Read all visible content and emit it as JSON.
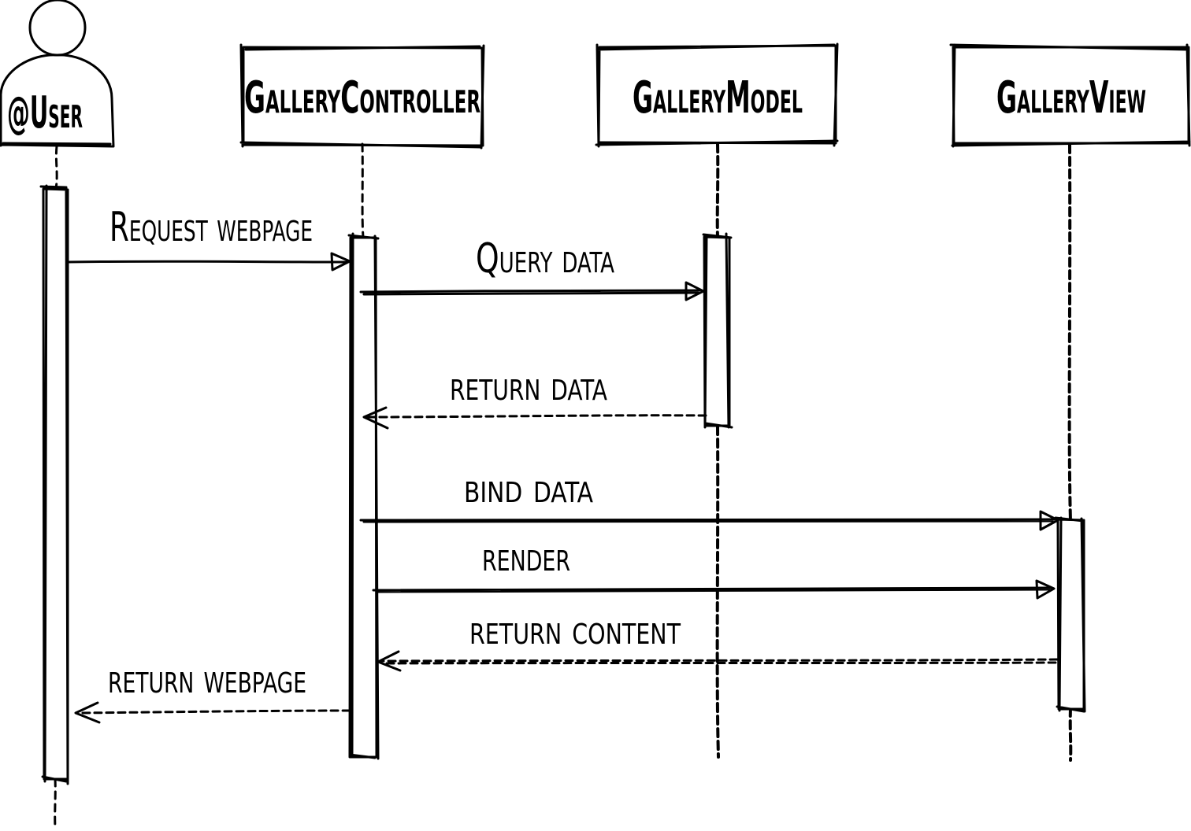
{
  "participants": [
    {
      "id": "user",
      "name": "@User",
      "kind": "actor"
    },
    {
      "id": "controller",
      "name": "GalleryController",
      "kind": "box"
    },
    {
      "id": "model",
      "name": "GalleryModel",
      "kind": "box"
    },
    {
      "id": "view",
      "name": "GalleryView",
      "kind": "box"
    }
  ],
  "messages": [
    {
      "id": "m1",
      "label": "Request webpage",
      "from": "user",
      "to": "controller",
      "style": "solid"
    },
    {
      "id": "m2",
      "label": "Query data",
      "from": "controller",
      "to": "model",
      "style": "solid"
    },
    {
      "id": "m3",
      "label": "return data",
      "from": "model",
      "to": "controller",
      "style": "dashed"
    },
    {
      "id": "m4",
      "label": "bind data",
      "from": "controller",
      "to": "view",
      "style": "solid"
    },
    {
      "id": "m5",
      "label": "render",
      "from": "controller",
      "to": "view",
      "style": "solid"
    },
    {
      "id": "m6",
      "label": "return content",
      "from": "view",
      "to": "controller",
      "style": "dashed"
    },
    {
      "id": "m7",
      "label": "return webpage",
      "from": "controller",
      "to": "user",
      "style": "dashed"
    }
  ],
  "colors": {
    "ink": "#000000",
    "background": "#ffffff"
  }
}
